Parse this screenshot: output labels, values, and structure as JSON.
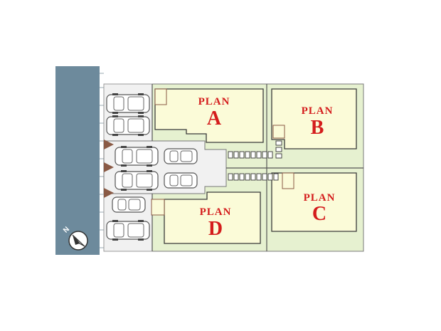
{
  "site_plan": {
    "compass": {
      "north_label": "N",
      "icon": "north-arrow-icon"
    },
    "colors": {
      "road": "#6d8a9c",
      "lot": "#e6f1d0",
      "building": "#fbfbd8",
      "label": "#d41c1c",
      "driveway": "#f1f1f1",
      "entry_marker": "#8a5a45"
    },
    "plans": [
      {
        "id": "A",
        "title": "PLAN",
        "letter": "A"
      },
      {
        "id": "B",
        "title": "PLAN",
        "letter": "B"
      },
      {
        "id": "C",
        "title": "PLAN",
        "letter": "C"
      },
      {
        "id": "D",
        "title": "PLAN",
        "letter": "D"
      }
    ]
  }
}
